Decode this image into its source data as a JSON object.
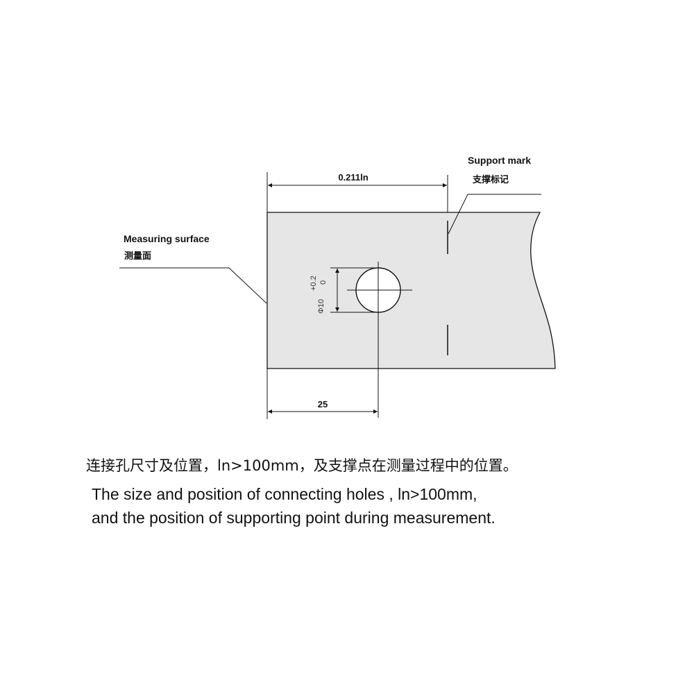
{
  "diagram": {
    "dimension_top": "0.211ln",
    "dimension_bottom": "25",
    "hole_label": {
      "base": "Φ10",
      "tol_upper": "+0.2",
      "tol_lower": "0"
    },
    "support_mark": {
      "en": "Support mark",
      "cn": "支撑标记"
    },
    "measuring_surface": {
      "en": "Measuring surface",
      "cn": "测量面"
    },
    "colors": {
      "plate_fill": "#e6e6e6",
      "line": "#111111"
    }
  },
  "caption": {
    "cn": "连接孔尺寸及位置，ln>100mm，及支撑点在测量过程中的位置。",
    "en_line1": "The size and position of connecting holes , ln>100mm,",
    "en_line2": "and the position of supporting point during measurement."
  }
}
